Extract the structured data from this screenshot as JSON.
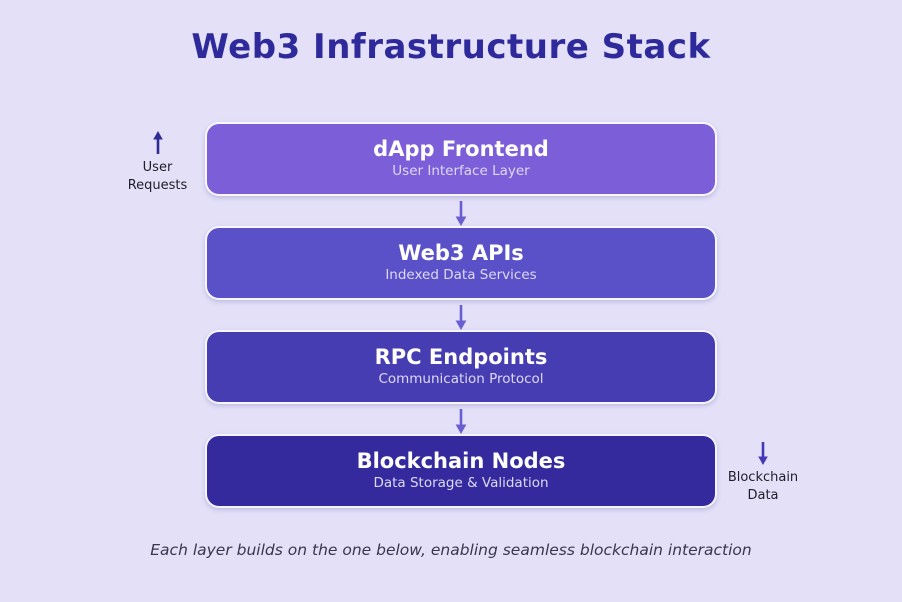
{
  "title": "Web3 Infrastructure Stack",
  "layers": [
    {
      "title": "dApp Frontend",
      "subtitle": "User Interface Layer",
      "color": "#7c5ed9"
    },
    {
      "title": "Web3 APIs",
      "subtitle": "Indexed Data Services",
      "color": "#5a50c8"
    },
    {
      "title": "RPC Endpoints",
      "subtitle": "Communication Protocol",
      "color": "#473db2"
    },
    {
      "title": "Blockchain Nodes",
      "subtitle": "Data Storage & Validation",
      "color": "#342a9e"
    }
  ],
  "annotations": {
    "left": {
      "icon": "up-arrow",
      "line1": "User",
      "line2": "Requests"
    },
    "right": {
      "icon": "down-arrow",
      "line1": "Blockchain",
      "line2": "Data"
    }
  },
  "caption": "Each layer builds on the one below, enabling seamless blockchain interaction",
  "colors": {
    "background": "#e3e0f8",
    "title_text": "#2f2a9b",
    "connector": "#6a5fd0",
    "left_arrow": "#2e2a96",
    "right_arrow": "#4538b8",
    "annotation_text": "#1e1e28",
    "caption_text": "#3a3650"
  }
}
